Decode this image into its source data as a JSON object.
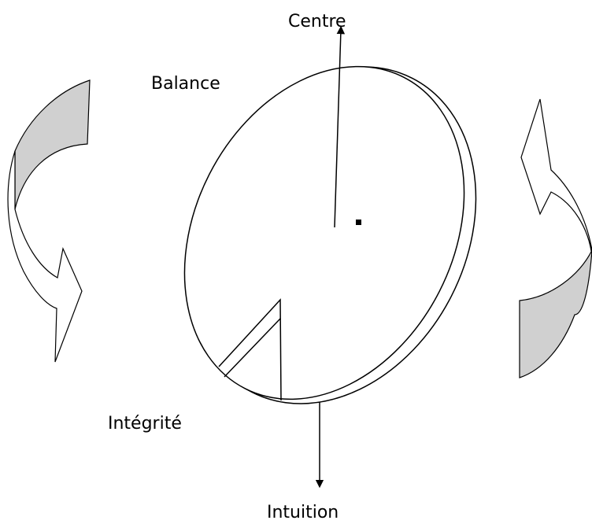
{
  "labels": {
    "centre": "Centre",
    "balance": "Balance",
    "integrite": "Intégrité",
    "intuition": "Intuition"
  },
  "colors": {
    "stroke": "#000000",
    "fill": "#ffffff",
    "shade": "#d0d0d0"
  }
}
